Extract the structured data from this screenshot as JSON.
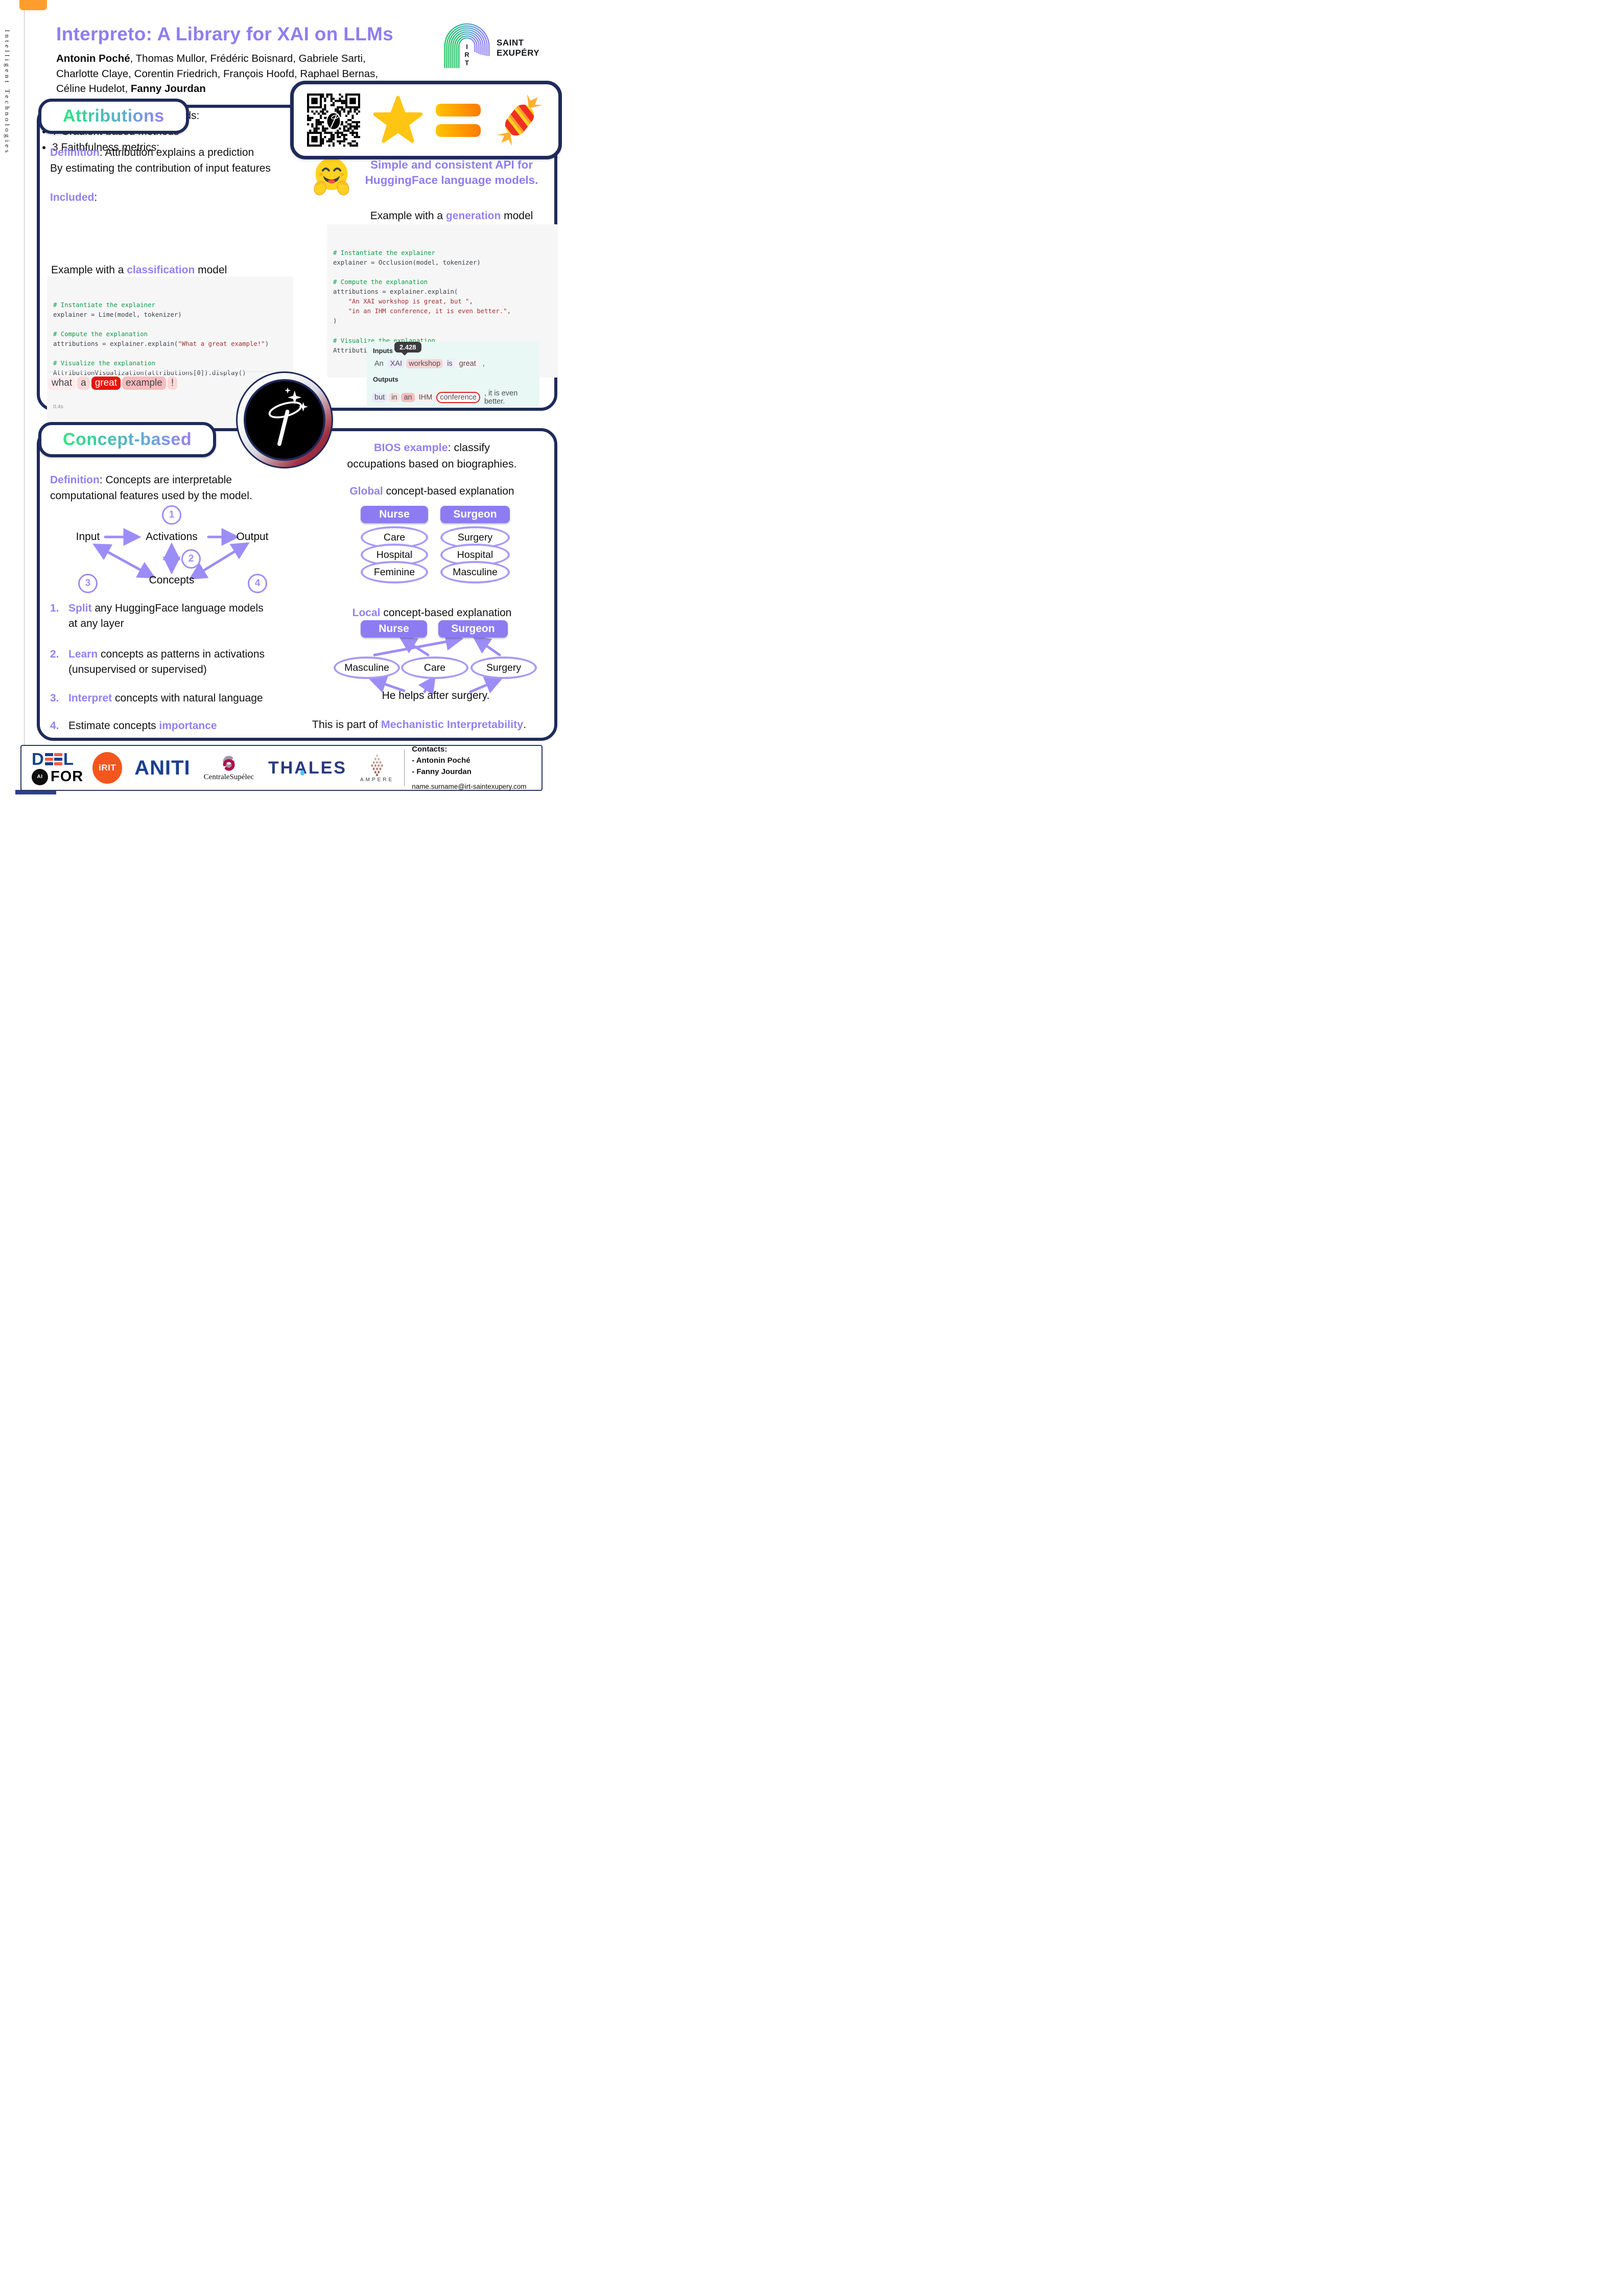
{
  "sidebar": {
    "vertical_text": "Intelligent Technologies"
  },
  "header": {
    "title": "Interpreto: A Library for XAI on LLMs",
    "authors_line1": [
      {
        "t": "Antonin Poché",
        "b": 1
      },
      {
        "t": ", Thomas Mullor, Frédéric Boisnard, Gabriele Sarti,"
      }
    ],
    "authors_line2": [
      {
        "t": "Charlotte Claye, Corentin Friedrich, François Hoofd, Raphael Bernas,"
      }
    ],
    "authors_line3": [
      {
        "t": "Céline Hudelot, "
      },
      {
        "t": "Fanny Jourdan",
        "b": 1
      }
    ],
    "logo": {
      "i": "I",
      "r": "R",
      "t": "T",
      "line1": "SAINT",
      "line2": "EXUPÉRY"
    }
  },
  "attributions": {
    "section_title": "Attributions",
    "definition_line1": [
      {
        "t": "Definition",
        "p": 1
      },
      {
        "t": ": Attribution explains a prediction"
      }
    ],
    "definition_line2": [
      {
        "t": "By estimating the contribution of input features"
      }
    ],
    "included": [
      {
        "t": "Included",
        "p": 1
      },
      {
        "t": ":"
      }
    ],
    "bullets": [
      "4 Perturbation-based methods:",
      "7 Gradient-based methods",
      "3 Faithfulness metrics:"
    ],
    "classification_heading": [
      {
        "t": "Example with a "
      },
      {
        "t": "classification",
        "p": 1
      },
      {
        "t": " model"
      }
    ],
    "classification_code": [
      [
        [
          "c",
          "# Instantiate the explainer"
        ]
      ],
      [
        [
          "k",
          "explainer = Lime(model, tokenizer)"
        ]
      ],
      [
        [
          "k",
          ""
        ]
      ],
      [
        [
          "c",
          "# Compute the explanation"
        ]
      ],
      [
        [
          "k",
          "attributions = explainer.explain("
        ],
        [
          "s",
          "\"What a great example!\""
        ],
        [
          "k",
          ")"
        ]
      ],
      [
        [
          "k",
          ""
        ]
      ],
      [
        [
          "c",
          "# Visualize the explanation"
        ]
      ],
      [
        [
          "k",
          "AttributionVisualization(attributions[0]).display()"
        ]
      ]
    ],
    "runtime": "0.4s",
    "result_tokens": [
      {
        "t": "what",
        "bg": "#fdecec"
      },
      {
        "t": "a",
        "bg": "#fbd7d6"
      },
      {
        "t": "great",
        "bg": "#ea120c",
        "fg": "#ffffff"
      },
      {
        "t": "example",
        "bg": "#f8bdbe"
      },
      {
        "t": "!",
        "bg": "#fbd7d6"
      }
    ],
    "api_line1": "Simple and consistent API for",
    "api_line2": "HuggingFace language models.",
    "generation_heading": [
      {
        "t": "Example with a "
      },
      {
        "t": "generation",
        "p": 1
      },
      {
        "t": " model"
      }
    ],
    "generation_code": [
      [
        [
          "c",
          "# Instantiate the explainer"
        ]
      ],
      [
        [
          "k",
          "explainer = Occlusion(model, tokenizer)"
        ]
      ],
      [
        [
          "k",
          ""
        ]
      ],
      [
        [
          "c",
          "# Compute the explanation"
        ]
      ],
      [
        [
          "k",
          "attributions = explainer.explain("
        ]
      ],
      [
        [
          "k",
          "    "
        ],
        [
          "s",
          "\"An XAI workshop is great, but \""
        ],
        [
          "k",
          ","
        ]
      ],
      [
        [
          "k",
          "    "
        ],
        [
          "s",
          "\"in an IHM conference, it is even better.\""
        ],
        [
          "k",
          ","
        ]
      ],
      [
        [
          "k",
          ")"
        ]
      ],
      [
        [
          "k",
          ""
        ]
      ],
      [
        [
          "c",
          "# Visualize the explanation"
        ]
      ],
      [
        [
          "k",
          "AttributionVisualization(attributions[0]).display()"
        ]
      ]
    ],
    "viz": {
      "inputs_label": "Inputs",
      "outputs_label": "Outputs",
      "tooltip_value": "2.428",
      "input_tokens": [
        {
          "t": "An"
        },
        {
          "t": "XAI",
          "bg": "#ecebfc"
        },
        {
          "t": "workshop",
          "bg": "#fad3d5"
        },
        {
          "t": "is",
          "bg": "#efeefc"
        },
        {
          "t": "great",
          "bg": "#fdf2f2"
        },
        {
          "t": ","
        }
      ],
      "output_tokens": [
        {
          "t": "but",
          "bg": "#e9e8fb"
        },
        {
          "t": "in",
          "bg": "#f8e0e0"
        },
        {
          "t": "an",
          "bg": "#f6bfc1"
        },
        {
          "t": "IHM",
          "bg": "#fceeee"
        },
        {
          "t": "conference",
          "outline": "#e01f1f"
        },
        {
          "t": ", it is even better."
        }
      ]
    }
  },
  "concepts": {
    "section_title": "Concept-based",
    "definition_line1": [
      {
        "t": "Definition",
        "p": 1
      },
      {
        "t": ": Concepts are interpretable"
      }
    ],
    "definition_line2": [
      {
        "t": "computational features used by the model."
      }
    ],
    "diagram": {
      "input": "Input",
      "activations": "Activations",
      "output": "Output",
      "concepts": "Concepts",
      "n1": "1",
      "n2": "2",
      "n3": "3",
      "n4": "4"
    },
    "steps": [
      {
        "num": "1.",
        "segs": [
          {
            "t": "Split",
            "p": 1
          },
          {
            "t": " any HuggingFace language models at any layer"
          }
        ]
      },
      {
        "num": "2.",
        "segs": [
          {
            "t": "Learn",
            "p": 1
          },
          {
            "t": " concepts as patterns in activations (unsupervised or supervised)"
          }
        ]
      },
      {
        "num": "3.",
        "segs": [
          {
            "t": "Interpret",
            "p": 1
          },
          {
            "t": " concepts with natural language"
          }
        ]
      },
      {
        "num": "4.",
        "segs": [
          {
            "t": "Estimate concepts "
          },
          {
            "t": "importance",
            "p": 1
          }
        ]
      }
    ],
    "bios_line1": [
      {
        "t": "BIOS example",
        "p": 1
      },
      {
        "t": ": classify"
      }
    ],
    "bios_line2": [
      {
        "t": "occupations based on biographies."
      }
    ],
    "global_heading": [
      {
        "t": "Global",
        "p": 1
      },
      {
        "t": " concept-based explanation"
      }
    ],
    "global": {
      "col1_label": "Nurse",
      "col2_label": "Surgeon",
      "col1_concepts": [
        "Care",
        "Hospital",
        "Feminine"
      ],
      "col2_concepts": [
        "Surgery",
        "Hospital",
        "Masculine"
      ]
    },
    "local_heading": [
      {
        "t": "Local",
        "p": 1
      },
      {
        "t": " concept-based explanation"
      }
    ],
    "local": {
      "class1": "Nurse",
      "class2": "Surgeon",
      "concepts": [
        "Masculine",
        "Care",
        "Surgery"
      ],
      "sentence": "He helps after surgery."
    },
    "mechanistic": [
      {
        "t": "This is part of "
      },
      {
        "t": "Mechanistic Interpretability",
        "p": 1
      },
      {
        "t": "."
      }
    ]
  },
  "footer": {
    "deel_d": "D",
    "deel_l": "L",
    "for_ai": "AI",
    "for_txt": "FOR",
    "irit": "iRIT",
    "aniti": "ANITI",
    "centrale": "CentraleSupélec",
    "thales": "THALES",
    "ampere": "AMPERE",
    "contacts_label": "Contacts:",
    "contact1": "-  Antonin Poché",
    "contact2": "-  Fanny Jourdan",
    "email": "name.surname@irt-saintexupery.com"
  },
  "colors": {
    "accent_purple": "#8f7df2",
    "navy": "#1e2a5a",
    "gradient_green": "#2ee57d",
    "gradient_purple": "#977ff5",
    "highlight_red": "#ea120c"
  }
}
